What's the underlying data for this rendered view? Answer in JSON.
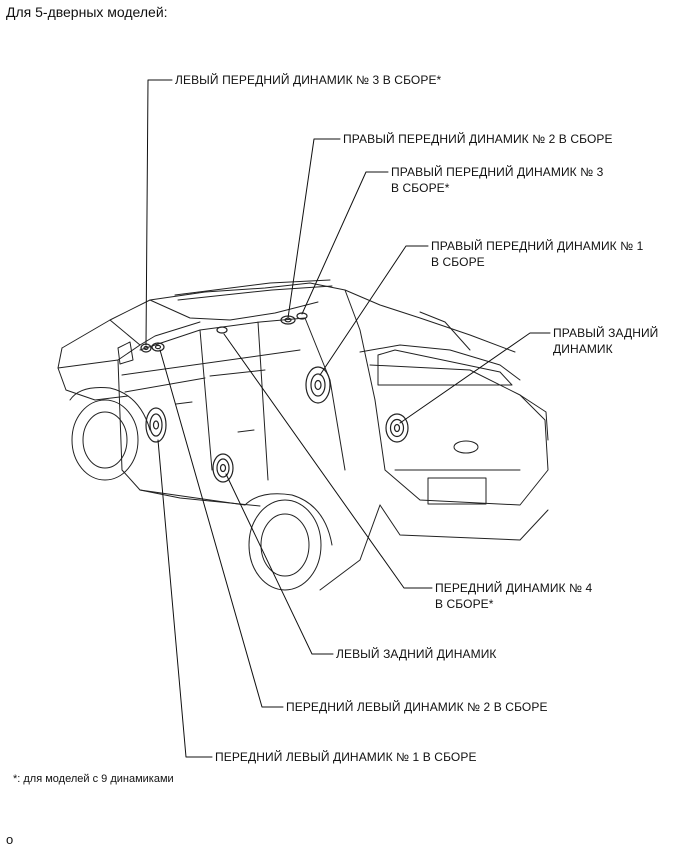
{
  "heading": "Для 5-дверных моделей:",
  "labels": {
    "left_front_speaker_3": "ЛЕВЫЙ ПЕРЕДНИЙ ДИНАМИК № 3 В СБОРЕ*",
    "right_front_speaker_2": "ПРАВЫЙ ПЕРЕДНИЙ ДИНАМИК № 2 В СБОРЕ",
    "right_front_speaker_3_line1": "ПРАВЫЙ ПЕРЕДНИЙ ДИНАМИК № 3",
    "right_front_speaker_3_line2": "В СБОРЕ*",
    "right_front_speaker_1_line1": "ПРАВЫЙ ПЕРЕДНИЙ ДИНАМИК № 1",
    "right_front_speaker_1_line2": "В СБОРЕ",
    "right_rear_speaker_line1": "ПРАВЫЙ ЗАДНИЙ",
    "right_rear_speaker_line2": "ДИНАМИК",
    "front_speaker_4_line1": "ПЕРЕДНИЙ ДИНАМИК № 4",
    "front_speaker_4_line2": "В СБОРЕ*",
    "left_rear_speaker": "ЛЕВЫЙ ЗАДНИЙ ДИНАМИК",
    "front_left_speaker_2": "ПЕРЕДНИЙ ЛЕВЫЙ ДИНАМИК № 2 В СБОРЕ",
    "front_left_speaker_1": "ПЕРЕДНИЙ ЛЕВЫЙ ДИНАМИК № 1 В СБОРЕ"
  },
  "footnote": "*: для моделей с 9 динамиками",
  "figure_id": "o"
}
